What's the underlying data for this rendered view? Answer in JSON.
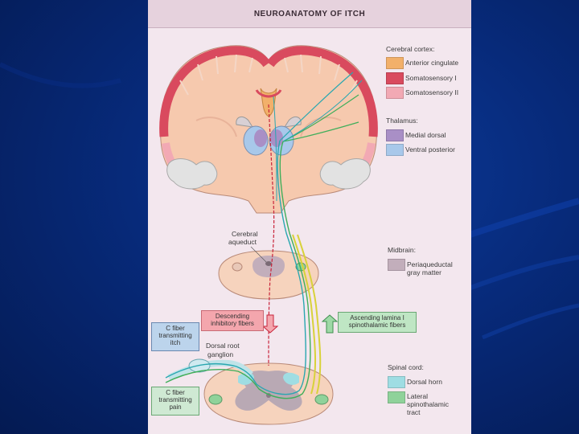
{
  "figure": {
    "title": "NEUROANATOMY OF ITCH"
  },
  "legend": {
    "cortex_heading": "Cerebral cortex:",
    "anterior_cingulate": "Anterior cingulate",
    "somatosensory_1": "Somatosensory I",
    "somatosensory_2": "Somatosensory II",
    "thalamus_heading": "Thalamus:",
    "medial_dorsal": "Medial dorsal",
    "ventral_posterior": "Ventral posterior",
    "midbrain_heading": "Midbrain:",
    "pag_line1": "Periaqueductal",
    "pag_line2": "gray matter",
    "spinal_heading": "Spinal cord:",
    "dorsal_horn": "Dorsal horn",
    "lst_line1": "Lateral",
    "lst_line2": "spinothalamic",
    "lst_line3": "tract"
  },
  "labels": {
    "aqueduct_line1": "Cerebral",
    "aqueduct_line2": "aqueduct",
    "descending_line1": "Descending",
    "descending_line2": "inhibitory fibers",
    "ascending_line1": "Ascending lamina I",
    "ascending_line2": "spinothalamic fibers",
    "c_itch_line1": "C fiber",
    "c_itch_line2": "transmitting",
    "c_itch_line3": "itch",
    "drg_line1": "Dorsal root",
    "drg_line2": "ganglion",
    "c_pain_line1": "C fiber",
    "c_pain_line2": "transmitting",
    "c_pain_line3": "pain"
  },
  "colors": {
    "slide_background": "#0a3090",
    "figure_background": "#f3e7ee",
    "anterior_cingulate": "#f2b06a",
    "somatosensory_1": "#d94a5e",
    "somatosensory_2": "#f2a9b4",
    "medial_dorsal": "#a98fc6",
    "ventral_posterior": "#a8c8ea",
    "periaqueductal_gray": "#c2aebb",
    "dorsal_horn": "#9fdde3",
    "lateral_spinothalamic": "#8fd29a",
    "itch_fiber": "#2aa7b0",
    "pain_fiber": "#3fae5a",
    "descending_fiber": "#c8233a",
    "ascending_fiber": "#d8d23a"
  }
}
